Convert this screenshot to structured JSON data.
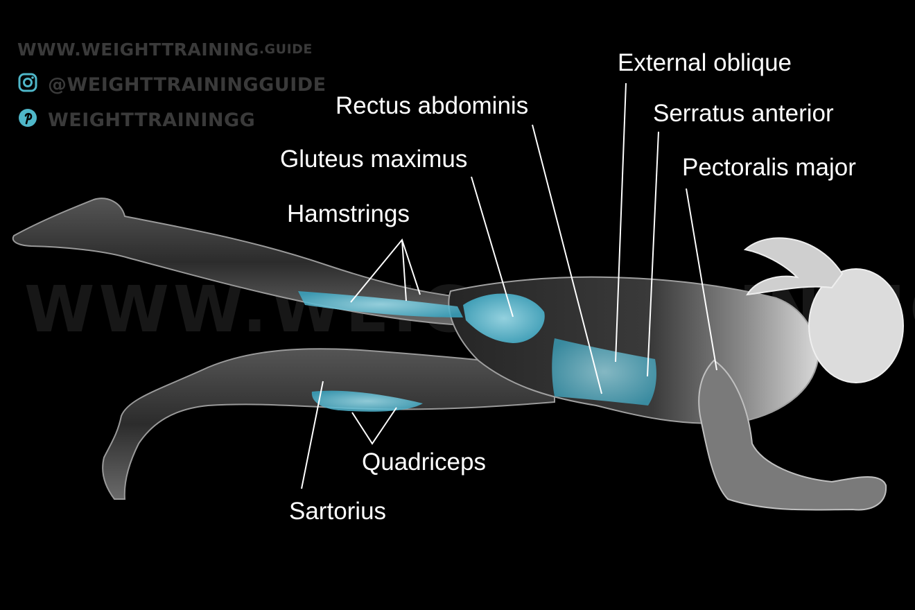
{
  "watermark": {
    "site": "WWW.WEIGHTTRAINING",
    "site_suffix": ".GUIDE",
    "instagram": "@WEIGHTTRAININGGUIDE",
    "pinterest": "WEIGHTTRAININGG",
    "overlay_text": "WWW.WEIGHTTRAINING.GUIDE",
    "icons": [
      "instagram-icon",
      "pinterest-icon"
    ]
  },
  "muscle_labels": {
    "external_oblique": "External oblique",
    "rectus_abdominis": "Rectus abdominis",
    "serratus_anterior": "Serratus anterior",
    "gluteus_maximus": "Gluteus maximus",
    "pectoralis_major": "Pectoralis major",
    "hamstrings": "Hamstrings",
    "quadriceps": "Quadriceps",
    "sartorius": "Sartorius"
  },
  "colors": {
    "background": "#000000",
    "highlight": "#5ec8e0",
    "body": "#3a3a3a",
    "label": "#ffffff",
    "watermark": "#3a3a3a"
  }
}
